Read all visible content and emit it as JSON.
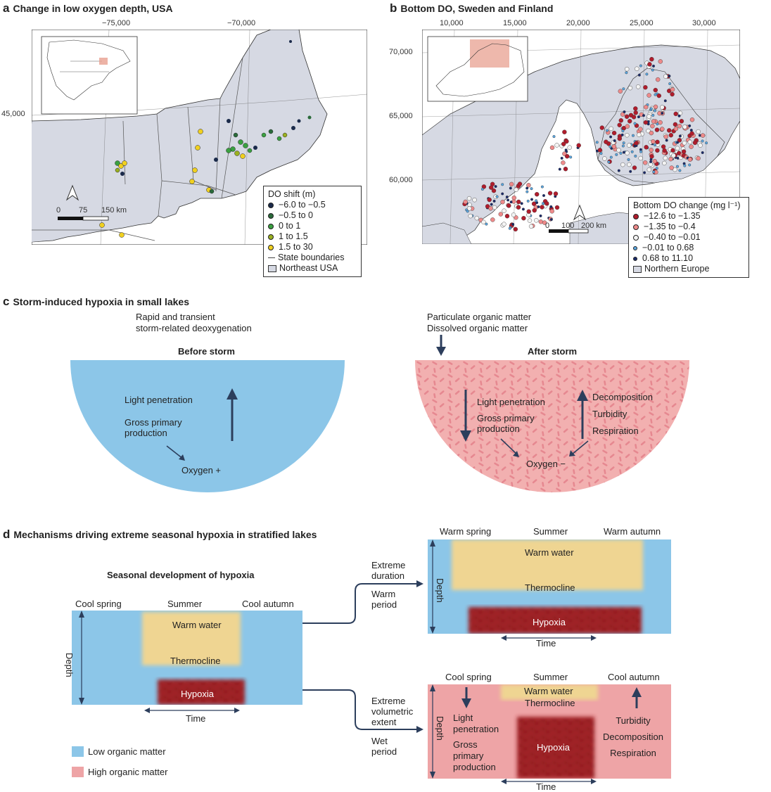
{
  "panel_a": {
    "letter": "a",
    "title": "Change in low oxygen depth, USA",
    "lon_ticks": [
      "−75,000",
      "−70,000"
    ],
    "lat_ticks": [
      "45,000"
    ],
    "scale": {
      "zero": "0",
      "mid": "75",
      "end": "150 km"
    },
    "legend": {
      "title": "DO shift (m)",
      "items": [
        {
          "label": "−6.0 to −0.5",
          "color": "#1a2a4a"
        },
        {
          "label": "−0.5 to 0",
          "color": "#2a6a3a"
        },
        {
          "label": "0 to 1",
          "color": "#3aa040"
        },
        {
          "label": "1 to 1.5",
          "color": "#9ab020"
        },
        {
          "label": "1.5 to 30",
          "color": "#f0d020"
        }
      ],
      "line_item": "State boundaries",
      "box_item": "Northeast USA"
    }
  },
  "panel_b": {
    "letter": "b",
    "title": "Bottom DO, Sweden and Finland",
    "x_ticks": [
      "10,000",
      "15,000",
      "20,000",
      "25,000",
      "30,000"
    ],
    "y_ticks": [
      "70,000",
      "65,000",
      "60,000"
    ],
    "scale": {
      "zero": "0",
      "mid": "100",
      "end": "200 km"
    },
    "legend": {
      "title": "Bottom DO change (mg l⁻¹)",
      "items": [
        {
          "label": "−12.6 to −1.35",
          "color": "#b01c2c"
        },
        {
          "label": "−1.35 to −0.4",
          "color": "#ee8a8a"
        },
        {
          "label": "−0.40 to −0.01",
          "color": "#f4f4f4"
        },
        {
          "label": "−0.01 to 0.68",
          "color": "#5aa6e0"
        },
        {
          "label": "0.68 to 11.10",
          "color": "#1a2a6a"
        }
      ],
      "box_item": "Northern Europe"
    }
  },
  "panel_c": {
    "letter": "c",
    "title": "Storm-induced hypoxia in small lakes",
    "note_left": [
      "Rapid and transient",
      "storm-related deoxygenation"
    ],
    "note_right": [
      "Particulate organic matter",
      "Dissolved organic matter"
    ],
    "before": {
      "heading": "Before storm",
      "light": "Light penetration",
      "gpp": [
        "Gross primary",
        "production"
      ],
      "oxygen": "Oxygen +"
    },
    "after": {
      "heading": "After storm",
      "light": "Light penetration",
      "gpp": [
        "Gross primary",
        "production"
      ],
      "right": [
        "Decomposition",
        "Turbidity",
        "Respiration"
      ],
      "oxygen": "Oxygen −"
    }
  },
  "panel_d": {
    "letter": "d",
    "title": "Mechanisms driving extreme seasonal hypoxia in stratified lakes",
    "seasonal": {
      "heading": "Seasonal development of hypoxia",
      "seasons": [
        "Cool spring",
        "Summer",
        "Cool autumn"
      ],
      "warm": "Warm water",
      "thermo": "Thermocline",
      "hypoxia": "Hypoxia",
      "depth": "Depth",
      "time": "Time"
    },
    "branch_top": {
      "labels": [
        "Extreme",
        "duration"
      ],
      "period": [
        "Warm",
        "period"
      ]
    },
    "branch_bottom": {
      "labels": [
        "Extreme",
        "volumetric",
        "extent"
      ],
      "period": [
        "Wet",
        "period"
      ]
    },
    "top_panel": {
      "seasons": [
        "Warm spring",
        "Summer",
        "Warm autumn"
      ],
      "warm": "Warm water",
      "thermo": "Thermocline",
      "hypoxia": "Hypoxia",
      "depth": "Depth",
      "time": "Time"
    },
    "bottom_panel": {
      "seasons": [
        "Cool spring",
        "Summer",
        "Cool autumn"
      ],
      "warm": "Warm water",
      "thermo": "Thermocline",
      "hypoxia": "Hypoxia",
      "depth": "Depth",
      "time": "Time",
      "left": [
        "Light",
        "penetration",
        "Gross",
        "primary",
        "production"
      ],
      "right": [
        "Turbidity",
        "Decomposition",
        "Respiration"
      ]
    },
    "legend": [
      {
        "label": "Low organic matter",
        "color": "#8cc6e8"
      },
      {
        "label": "High organic matter",
        "color": "#eea4a6"
      }
    ]
  },
  "colors": {
    "water_low": "#8cc6e8",
    "water_high": "#eea4a6",
    "warm": "#efd592",
    "hypoxia": "#a32228",
    "land": "#d6d9e3",
    "arrow": "#2c3e5c"
  }
}
